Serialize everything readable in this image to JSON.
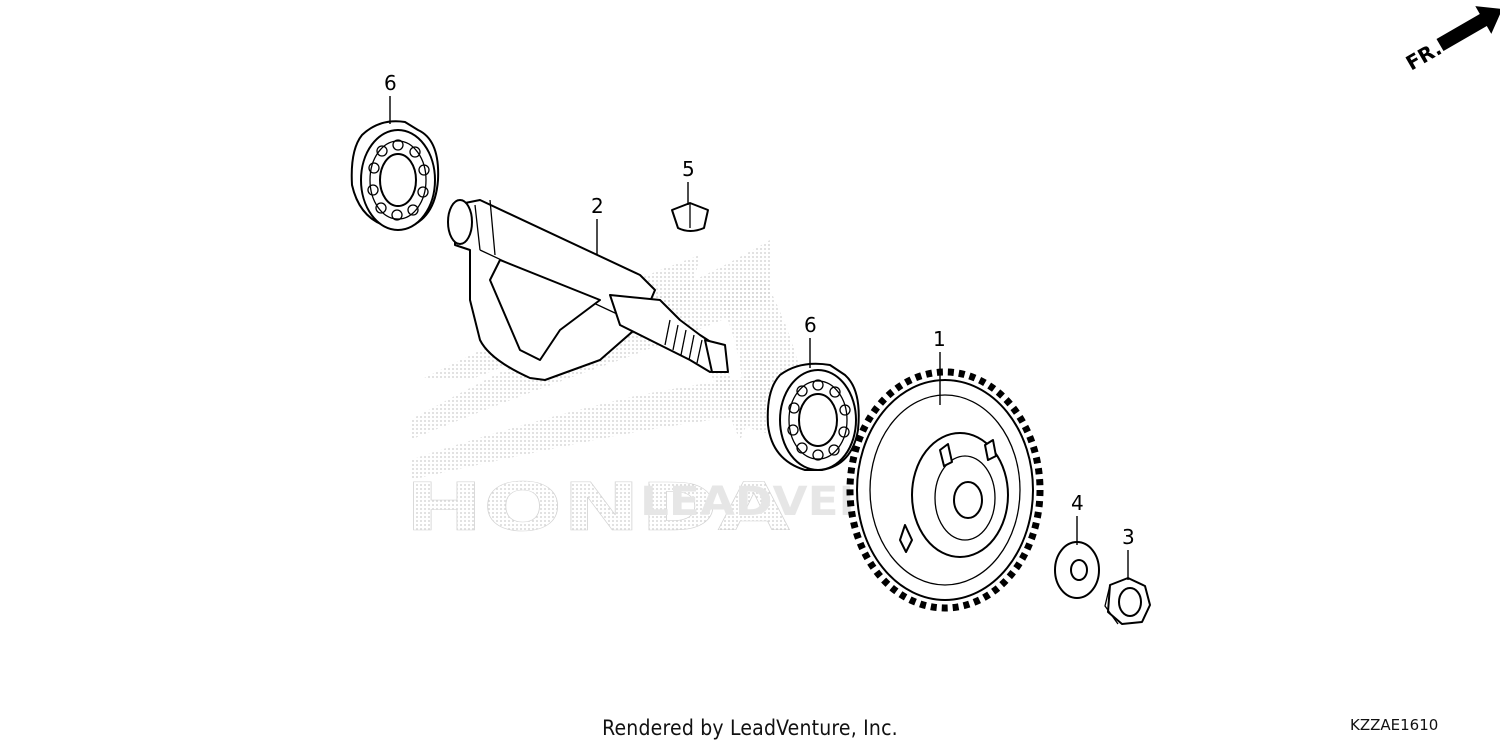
{
  "watermark": {
    "brand_text": "HONDA",
    "dealer_text": "LEADVENTURE"
  },
  "direction_arrow": {
    "label": "FR."
  },
  "callouts": [
    {
      "id": "ref-1",
      "label": "1",
      "part": "balancer gear"
    },
    {
      "id": "ref-2",
      "label": "2",
      "part": "balancer shaft"
    },
    {
      "id": "ref-3",
      "label": "3",
      "part": "nut"
    },
    {
      "id": "ref-4",
      "label": "4",
      "part": "washer"
    },
    {
      "id": "ref-5",
      "label": "5",
      "part": "woodruff key"
    },
    {
      "id": "ref-6a",
      "label": "6",
      "part": "radial ball bearing"
    },
    {
      "id": "ref-6b",
      "label": "6",
      "part": "radial ball bearing"
    }
  ],
  "footer": {
    "credit": "Rendered by LeadVenture, Inc.",
    "diagram_code": "KZZAE1610"
  }
}
